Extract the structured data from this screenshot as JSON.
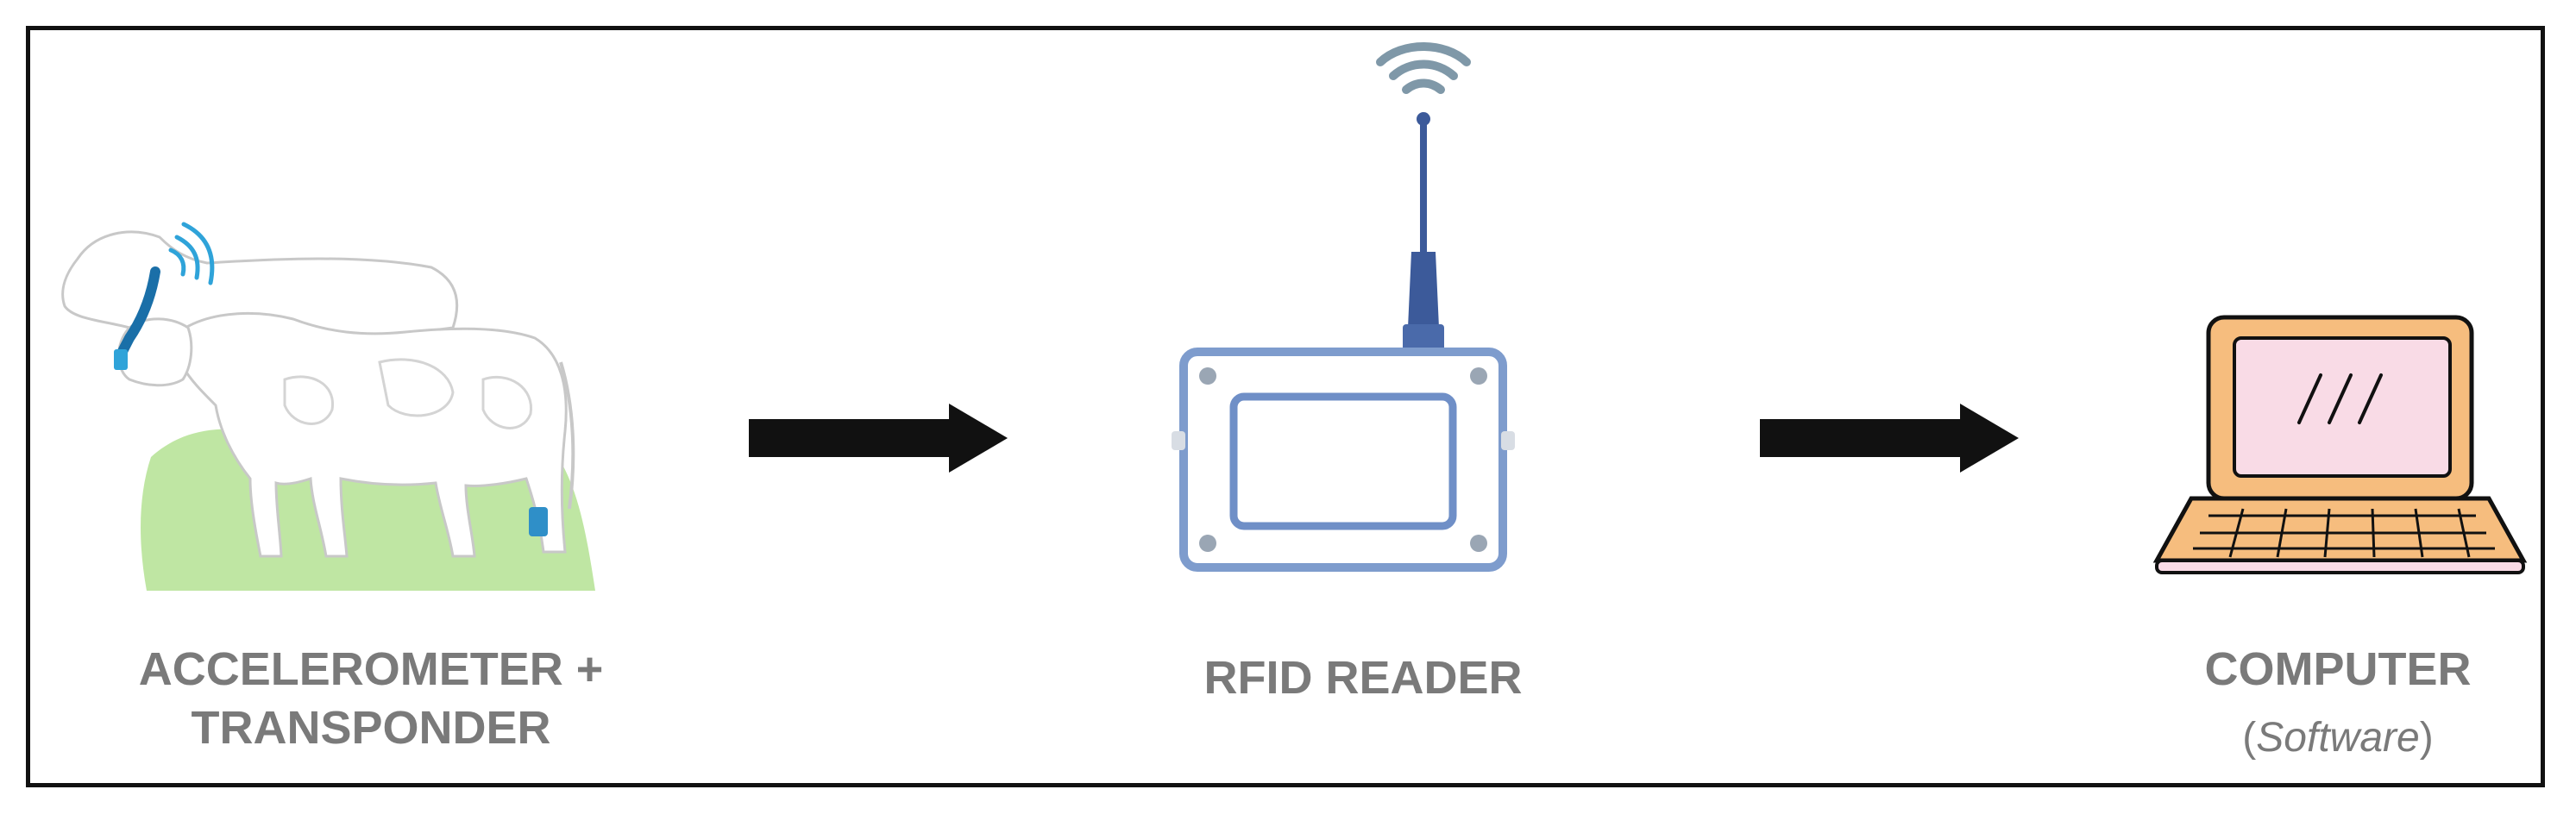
{
  "nodes": [
    {
      "id": "cow",
      "label_line1": "ACCELEROMETER +",
      "label_line2": "TRANSPONDER"
    },
    {
      "id": "reader",
      "label": "RFID READER"
    },
    {
      "id": "computer",
      "label": "COMPUTER",
      "sublabel_open": "(",
      "sublabel_word": "Software",
      "sublabel_close": ")"
    }
  ],
  "edges": [
    {
      "from": "cow",
      "to": "reader"
    },
    {
      "from": "reader",
      "to": "computer"
    }
  ],
  "colors": {
    "label_text": "#7a7a7a",
    "grass": "#bfe6a3",
    "collar": "#1a6fa8",
    "signal": "#2fa3d9",
    "reader_outline": "#6f8fc7",
    "antenna": "#3c5a9a",
    "laptop_body": "#f6bd7e",
    "laptop_screen": "#f9dbe6",
    "arrow": "#111111"
  },
  "icons": [
    "cow-icon",
    "collar-transponder-icon",
    "leg-accelerometer-icon",
    "wifi-signal-icon",
    "rfid-reader-icon",
    "antenna-icon",
    "laptop-icon",
    "arrow-right-icon"
  ]
}
